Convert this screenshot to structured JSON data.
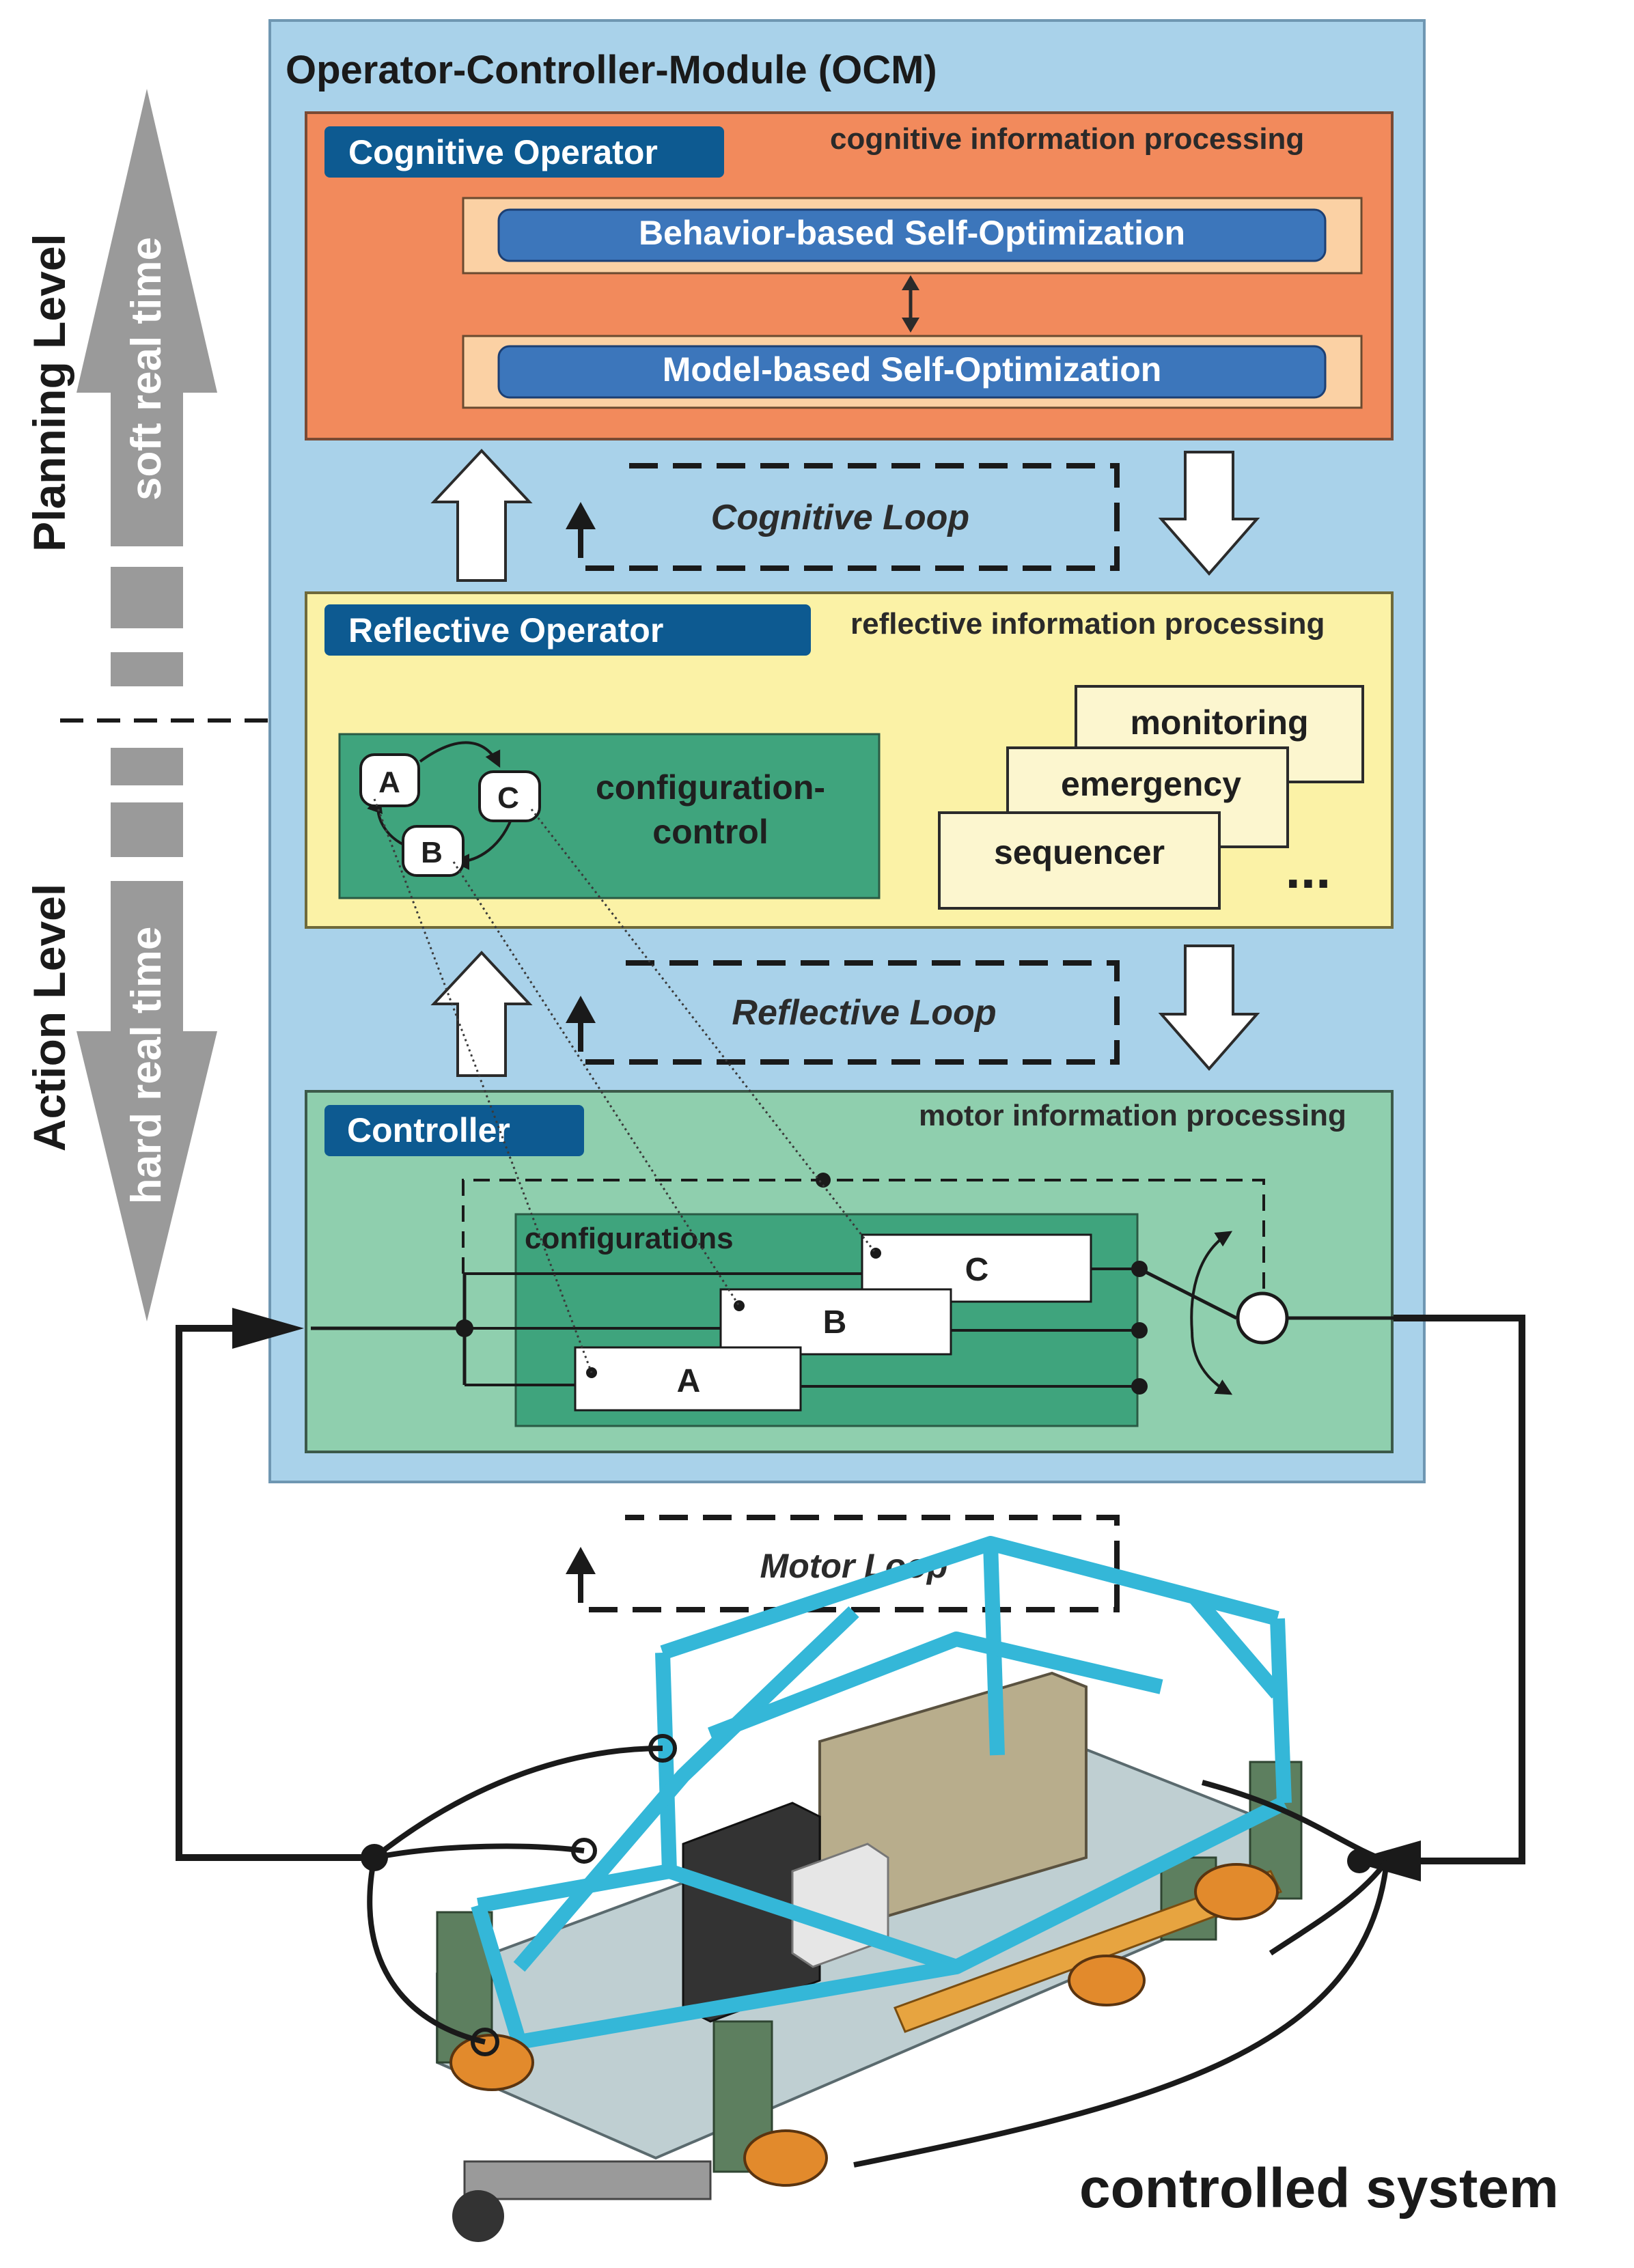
{
  "ocm": {
    "title": "Operator-Controller-Module (OCM)"
  },
  "cognitive": {
    "header": "Cognitive Operator",
    "info": "cognitive information processing",
    "behavior": "Behavior-based Self-Optimization",
    "model": "Model-based Self-Optimization",
    "color": "#f28a5c"
  },
  "loops": {
    "cognitive": "Cognitive Loop",
    "reflective": "Reflective Loop",
    "motor": "Motor Loop"
  },
  "reflective": {
    "header": "Reflective Operator",
    "info": "reflective information processing",
    "config_line1": "configuration-",
    "config_line2": "control",
    "states": [
      "A",
      "B",
      "C"
    ],
    "stack": [
      "monitoring",
      "emergency",
      "sequencer"
    ],
    "ellipsis": "...",
    "color": "#fbf2a6"
  },
  "controller": {
    "header": "Controller",
    "info": "motor information processing",
    "configurations_label": "configurations",
    "configs": [
      "A",
      "B",
      "C"
    ],
    "color": "#8fcfae"
  },
  "side": {
    "planning_level": "Planning Level",
    "action_level": "Action Level",
    "soft_real_time": "soft real time",
    "hard_real_time": "hard real time"
  },
  "controlled_system": "controlled system",
  "colors": {
    "ocm_bg": "#a9d2ea",
    "header_blue": "#0d5a91",
    "frame_cyan": "#34b7d8"
  }
}
